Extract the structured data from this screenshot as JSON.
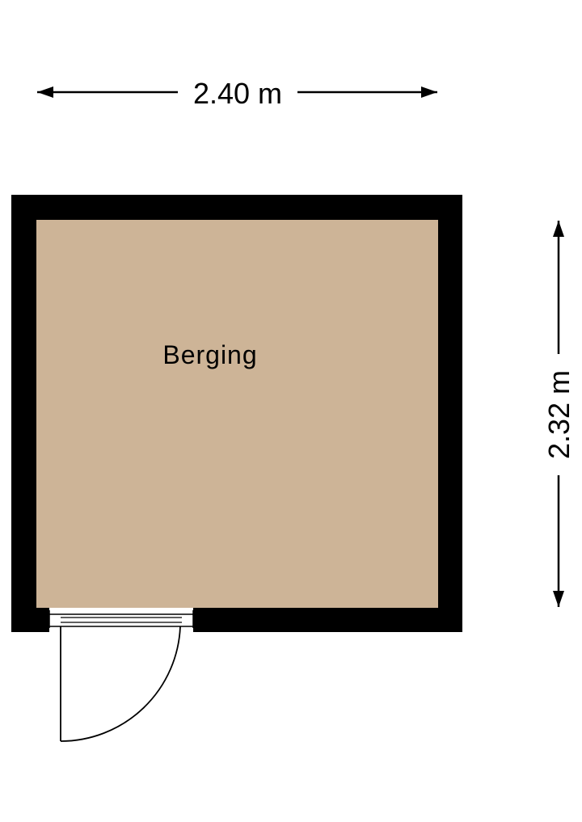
{
  "dimensions": {
    "width_label": "2.40 m",
    "height_label": "2.32 m"
  },
  "room": {
    "name": "Berging"
  },
  "colors": {
    "wall": "#000000",
    "floor": "#cdb497",
    "background": "#ffffff",
    "line": "#000000"
  }
}
